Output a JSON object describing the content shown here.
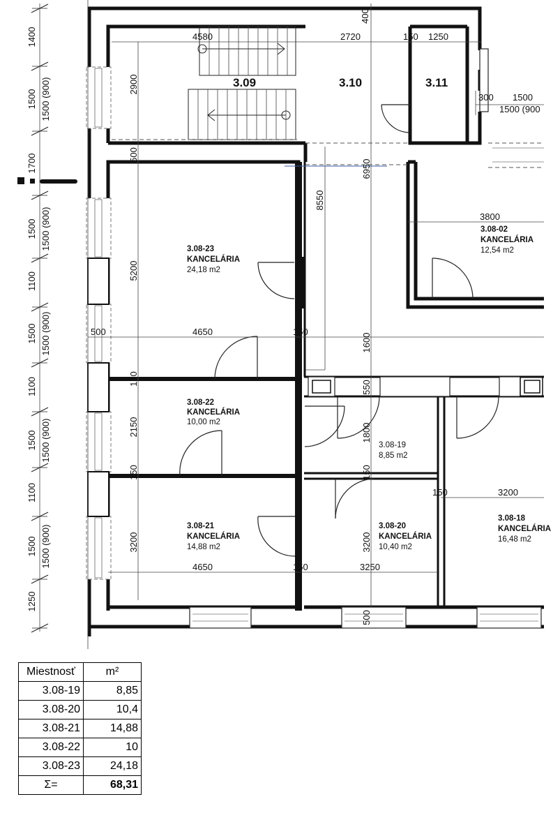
{
  "left_dims": [
    {
      "value": "1400"
    },
    {
      "value": "1500"
    },
    {
      "value": "1500 (900)"
    },
    {
      "value": "1700"
    },
    {
      "value": "1500"
    },
    {
      "value": "1500 (900)"
    },
    {
      "value": "1100"
    },
    {
      "value": "1500"
    },
    {
      "value": "1500 (900)"
    },
    {
      "value": "1100"
    },
    {
      "value": "1500"
    },
    {
      "value": "1500 (900)"
    },
    {
      "value": "1100"
    },
    {
      "value": "1500"
    },
    {
      "value": "1500 (900)"
    },
    {
      "value": "1250"
    }
  ],
  "top_dims": [
    "400",
    "4580",
    "2720",
    "150",
    "1250"
  ],
  "right_top_dims": [
    "300",
    "1500",
    "1500 (900"
  ],
  "vertical_dims": [
    "2900",
    "500",
    "6950",
    "8550",
    "5200",
    "1600",
    "150",
    "2150",
    "550",
    "1800",
    "150",
    "150",
    "3200",
    "3200",
    "500"
  ],
  "horizontal_dims": [
    "3800",
    "500",
    "4650",
    "150",
    "150",
    "3200",
    "4650",
    "150",
    "3250"
  ],
  "rooms": [
    {
      "num": "3.09"
    },
    {
      "num": "3.10"
    },
    {
      "num": "3.11"
    },
    {
      "code": "3.08-23",
      "name": "KANCELÁRIA",
      "area": "24,18 m2"
    },
    {
      "code": "3.08-02",
      "name": "KANCELÁRIA",
      "area": "12,54 m2"
    },
    {
      "code": "3.08-22",
      "name": "KANCELÁRIA",
      "area": "10,00 m2"
    },
    {
      "code": "3.08-19",
      "area": "8,85 m2"
    },
    {
      "code": "3.08-21",
      "name": "KANCELÁRIA",
      "area": "14,88 m2"
    },
    {
      "code": "3.08-20",
      "name": "KANCELÁRIA",
      "area": "10,40 m2"
    },
    {
      "code": "3.08-18",
      "name": "KANCELÁRIA",
      "area": "16,48 m2"
    }
  ],
  "table": {
    "headers": [
      "Miestnosť",
      "m²"
    ],
    "rows": [
      {
        "room": "3.08-19",
        "area": "8,85"
      },
      {
        "room": "3.08-20",
        "area": "10,4"
      },
      {
        "room": "3.08-21",
        "area": "14,88"
      },
      {
        "room": "3.08-22",
        "area": "10"
      },
      {
        "room": "3.08-23",
        "area": "24,18"
      }
    ],
    "sum_label": "Σ=",
    "sum_value": "68,31"
  }
}
